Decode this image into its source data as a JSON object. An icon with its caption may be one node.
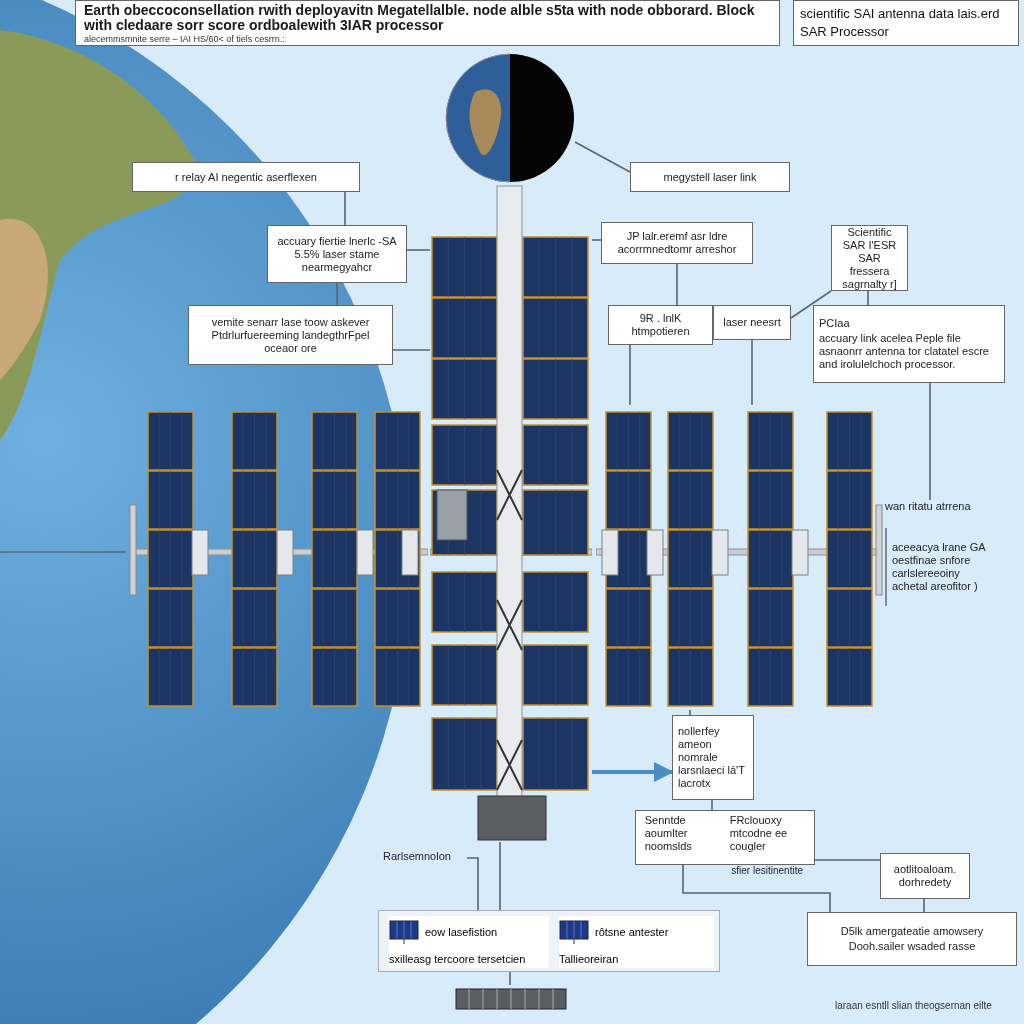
{
  "diagram": {
    "title": "Earth obeccoconsellation rwith deployavitn Megatellalble. node alble s5ta with node obborard. Block with cledaare sorr score ordboalewith 3IAR processor",
    "nodes": [
      {
        "text": [],
        "shape": "picture"
      },
      {
        "text": [],
        "shape": "picture"
      },
      {
        "text": [
          "r relay AI negentic aserflexen"
        ]
      },
      {
        "text": [
          "megystell laser link"
        ]
      },
      {
        "text": [
          "accuary fiertie lnerlc -SA 5.5% laser stame nearmegyahcr"
        ]
      },
      {
        "text": [
          "vemite senarr lase toow askever Ptdrlurfuereeming landegthrFpel oceaor ore"
        ]
      },
      {
        "text": [
          "JP lalr.eremf asr ldre acorrmnedtomr arreshor"
        ]
      },
      {
        "text": [
          "9R . lnlK htmpotieren"
        ]
      },
      {
        "text": [
          "laser neesrt"
        ]
      },
      {
        "text": [
          "Scientific SAR I'ESR SAR fressera sagrnalty r]"
        ]
      },
      {
        "text": [
          "PCIaa",
          "accuary link acelea Peple file asnaonrr antenna tor clatatel escre and irolulelchoch processor."
        ]
      },
      {
        "text": [
          "wan ritatu atrrena"
        ]
      },
      {
        "text": [
          "aceeacya lrane GA oestfinae snfore carlslereeoiny achetal areofitor )"
        ]
      },
      {
        "text": [
          "nollerfey ameon nomrale larsnlaeci lá'T lacrotx"
        ]
      },
      {
        "text": [
          "Senntde aoumlter noomslds",
          "FRclouoxy mtcodne ee cougler"
        ]
      },
      {
        "text": [
          "Rarlsemnolon"
        ]
      },
      {
        "text": [],
        "shape": "box"
      },
      {
        "text": [
          "eow lasefistion",
          "sxilleasg tercoore tersetcien"
        ],
        "in": 16
      },
      {
        "text": [
          "rôtsne antester",
          "Tallieoreiran"
        ],
        "in": 16
      },
      {
        "text": [
          "aotlitoaloam. dorhredety"
        ]
      },
      {
        "text": [
          "D5lk amergateatie amowsery",
          "Dooh.sailer wsaded rasse"
        ]
      },
      {
        "text": [],
        "shape": "picture"
      },
      {
        "text": [],
        "shape": "picture"
      },
      {
        "text": [],
        "shape": "picture"
      }
    ],
    "edges": [
      {
        "from": 2,
        "to": 4,
        "arrow": "none"
      },
      {
        "from": 3,
        "to": 0,
        "arrow": "none"
      },
      {
        "from": 4,
        "to": 1,
        "arrow": "none"
      },
      {
        "from": 4,
        "to": 5,
        "arrow": "none"
      },
      {
        "from": 5,
        "to": 1,
        "arrow": "none"
      },
      {
        "from": 6,
        "to": 1,
        "arrow": "none"
      },
      {
        "from": 6,
        "to": 7,
        "arrow": "none"
      },
      {
        "from": 7,
        "to": 23,
        "arrow": "none"
      },
      {
        "from": 8,
        "to": 23,
        "arrow": "none"
      },
      {
        "from": 8,
        "to": 9,
        "arrow": "none"
      },
      {
        "from": 9,
        "to": 10,
        "arrow": "none"
      },
      {
        "from": 10,
        "to": 11,
        "arrow": "none"
      },
      {
        "from": 1,
        "to": 13,
        "arrow": "to",
        "color": "#4a8cc4",
        "style": "thick"
      },
      {
        "from": 23,
        "to": 13,
        "arrow": "none"
      },
      {
        "from": 13,
        "to": 14,
        "arrow": "none"
      },
      {
        "from": 14,
        "to": 19,
        "arrow": "none",
        "label": "sfier lesitinentite"
      },
      {
        "from": 14,
        "to": 20,
        "arrow": "none"
      },
      {
        "from": 19,
        "to": 20,
        "arrow": "none"
      },
      {
        "from": 1,
        "to": 16,
        "arrow": "none"
      },
      {
        "from": 15,
        "to": 16,
        "arrow": "none"
      },
      {
        "from": 16,
        "to": 21,
        "arrow": "none"
      },
      {
        "from": null,
        "to": 22,
        "arrow": "none"
      }
    ],
    "labels": [
      "alecemmsmnite serre – IAI HS/60< of tiels cesrrn.:",
      "scientific SAI antenna data lais.erd SAR Processor",
      "laraan esntll slian theogsernan eilte"
    ]
  }
}
